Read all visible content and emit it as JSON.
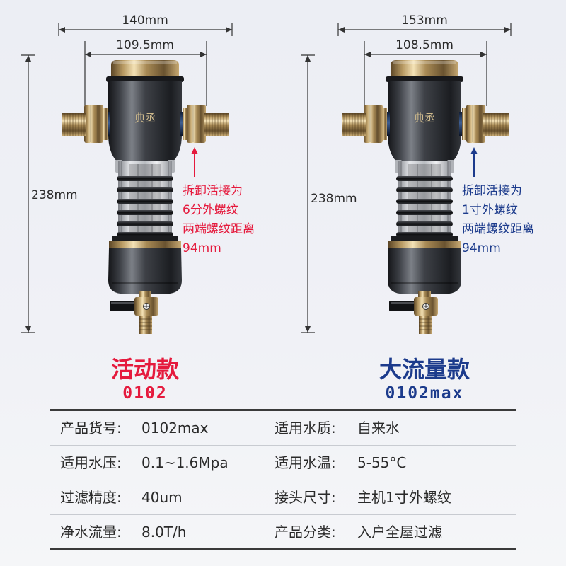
{
  "colors": {
    "red": "#e51a3d",
    "blue": "#1c3b8c",
    "text": "#2a2a2a"
  },
  "products": [
    {
      "brand": "典丞",
      "dims": {
        "overall_width": "140mm",
        "thread_span": "109.5mm",
        "height": "238mm"
      },
      "note": [
        "拆卸活接为",
        "6分外螺纹",
        "两端螺纹距离",
        "94mm"
      ],
      "name": "活动款",
      "model": "0102"
    },
    {
      "brand": "典丞",
      "dims": {
        "overall_width": "153mm",
        "thread_span": "108.5mm",
        "height": "238mm"
      },
      "note": [
        "拆卸活接为",
        "1寸外螺纹",
        "两端螺纹距离",
        "94mm"
      ],
      "name": "大流量款",
      "model": "0102max"
    }
  ],
  "specs": [
    [
      {
        "label": "产品货号:",
        "value": "0102max"
      },
      {
        "label": "适用水质:",
        "value": "自来水"
      }
    ],
    [
      {
        "label": "适用水压:",
        "value": "0.1~1.6Mpa"
      },
      {
        "label": "适用水温:",
        "value": "5-55°C"
      }
    ],
    [
      {
        "label": "过滤精度:",
        "value": "40um"
      },
      {
        "label": "接头尺寸:",
        "value": "主机1寸外螺纹"
      }
    ],
    [
      {
        "label": "净水流量:",
        "value": "8.0T/h"
      },
      {
        "label": "产品分类:",
        "value": "入户全屋过滤"
      }
    ]
  ]
}
